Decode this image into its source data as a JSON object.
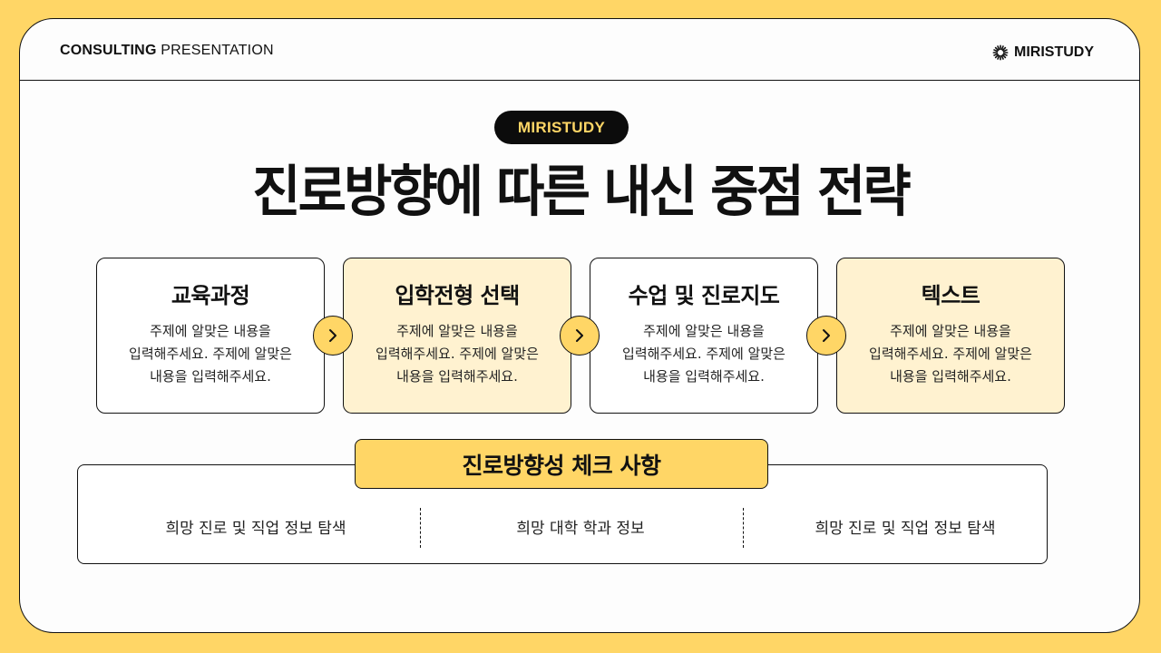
{
  "header": {
    "left_bold": "CONSULTING",
    "left_regular": " PRESENTATION",
    "brand": "MIRISTUDY"
  },
  "badge": "MIRISTUDY",
  "title": "진로방향에 따른 내신 중점 전략",
  "cards": [
    {
      "title": "교육과정",
      "text": "주제에 알맞은 내용을 입력해주세요. 주제에 알맞은 내용을 입력해주세요."
    },
    {
      "title": "입학전형 선택",
      "text": "주제에 알맞은 내용을 입력해주세요. 주제에 알맞은 내용을 입력해주세요."
    },
    {
      "title": "수업 및 진로지도",
      "text": "주제에 알맞은 내용을 입력해주세요. 주제에 알맞은 내용을 입력해주세요."
    },
    {
      "title": "텍스트",
      "text": "주제에 알맞은 내용을 입력해주세요. 주제에 알맞은 내용을 입력해주세요."
    }
  ],
  "checklist": {
    "label": "진로방향성 체크 사항",
    "items": [
      "희망 진로 및 직업 정보 탐색",
      "희망 대학 학과 정보",
      "희망 진로 및 직업 정보 탐색"
    ]
  },
  "colors": {
    "accent": "#ffd666",
    "card_alt": "#fff2d0",
    "dark": "#0c0c0c"
  },
  "icons": {
    "logo": "sunburst-icon",
    "arrow": "chevron-right-icon"
  }
}
